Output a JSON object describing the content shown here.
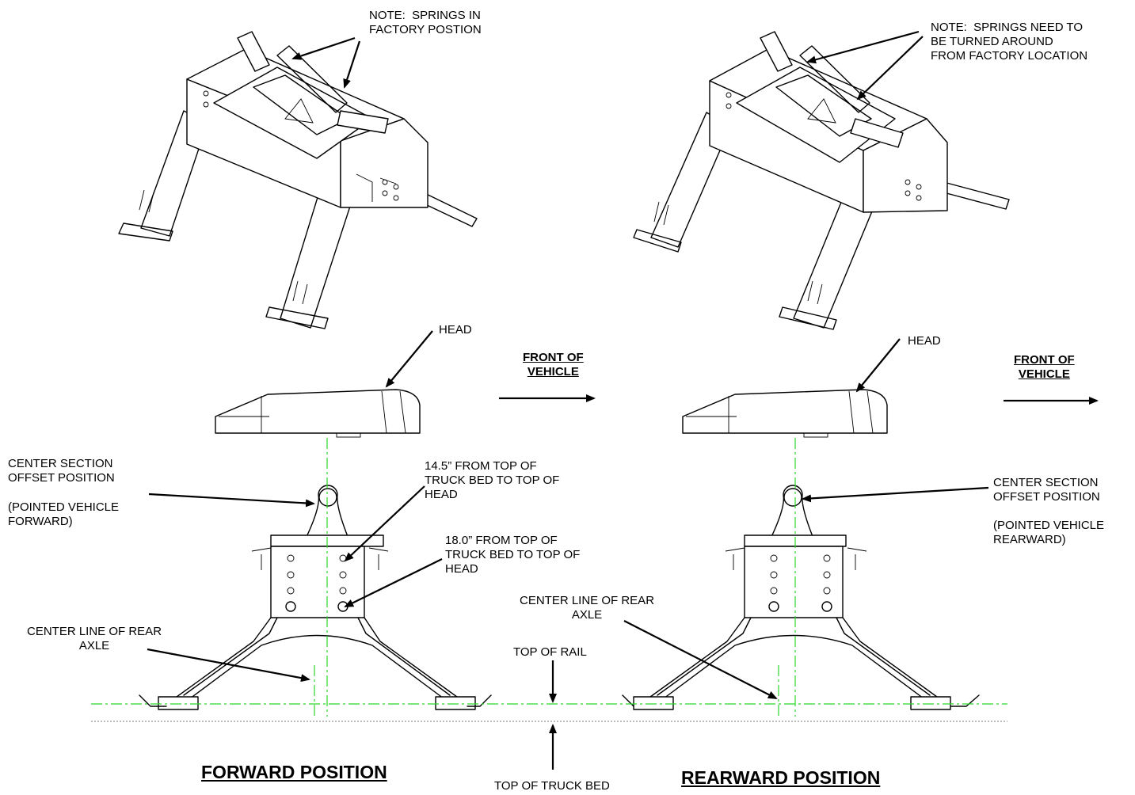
{
  "notes": {
    "left_springs": "NOTE:  SPRINGS IN\nFACTORY POSTION",
    "right_springs": "NOTE:  SPRINGS NEED TO\nBE TURNED AROUND\nFROM FACTORY LOCATION"
  },
  "labels": {
    "head_left": "HEAD",
    "head_right": "HEAD",
    "front_left": "FRONT OF\nVEHICLE",
    "front_right": "FRONT OF\nVEHICLE",
    "center_left": "CENTER SECTION\nOFFSET POSITION",
    "center_left_sub": "(POINTED VEHICLE\nFORWARD)",
    "center_right": "CENTER SECTION\nOFFSET POSITION",
    "center_right_sub": "(POINTED VEHICLE\nREARWARD)",
    "height_145": "14.5” FROM TOP OF\nTRUCK BED TO TOP OF\nHEAD",
    "height_180": "18.0” FROM TOP OF\nTRUCK BED TO TOP OF\nHEAD",
    "axle_left": "CENTER LINE OF REAR\nAXLE",
    "axle_right": "CENTER LINE OF REAR\nAXLE",
    "top_of_rail": "TOP OF RAIL",
    "top_of_truck_bed": "TOP OF TRUCK BED"
  },
  "titles": {
    "forward": "FORWARD POSITION",
    "rearward": "REARWARD POSITION"
  },
  "colors": {
    "center_line": "#2bd62b",
    "linework": "#000000",
    "truck_bed_line": "#777777"
  }
}
